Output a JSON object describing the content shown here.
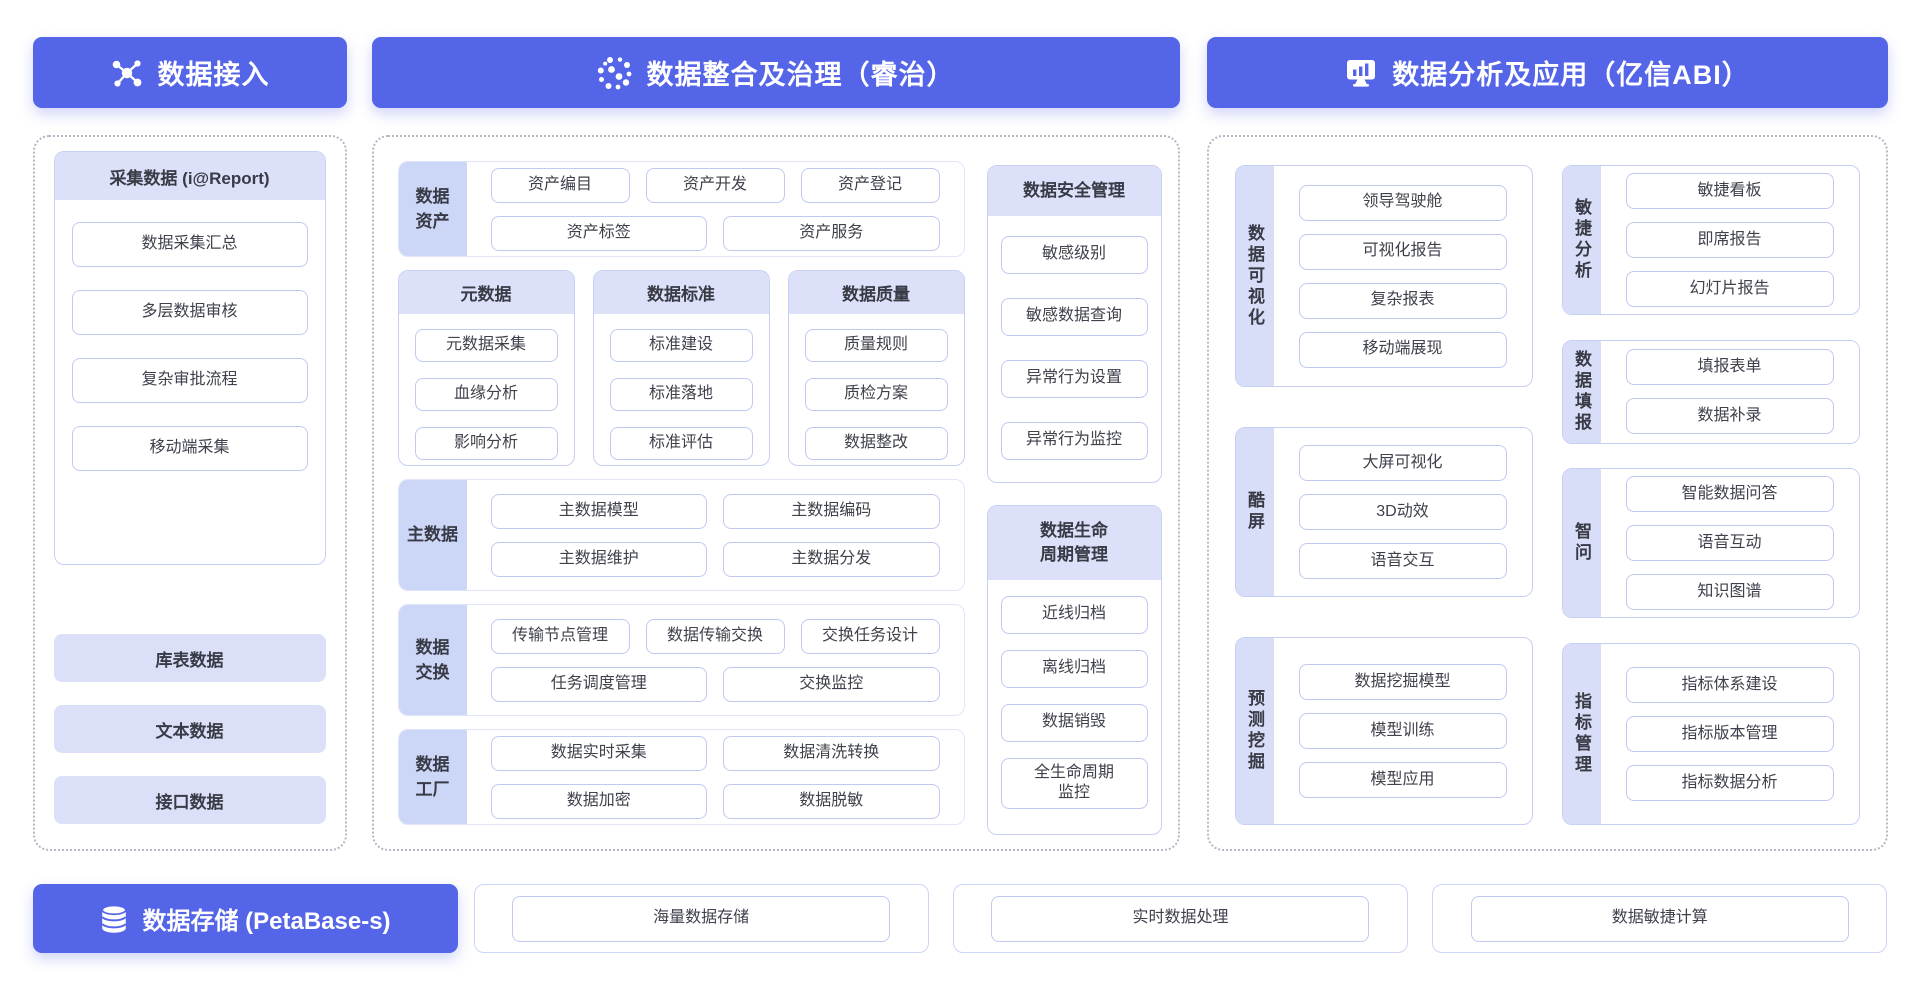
{
  "colors": {
    "primary": "#5565e8",
    "strip_fill": "#dce1f9",
    "label_fill": "#ccd6f6",
    "chip_border": "#bfc9f1"
  },
  "headers": {
    "access": {
      "icon": "network-icon",
      "label": "数据接入"
    },
    "governance": {
      "icon": "dots-cluster-icon",
      "label": "数据整合及治理（睿治）"
    },
    "analysis": {
      "icon": "monitor-chart-icon",
      "label": "数据分析及应用（亿信ABI）"
    }
  },
  "access_panel": {
    "card_title": "采集数据 (i@Report)",
    "card_items": [
      "数据采集汇总",
      "多层数据审核",
      "复杂审批流程",
      "移动端采集"
    ],
    "bars": [
      "库表数据",
      "文本数据",
      "接口数据"
    ]
  },
  "governance_panel": {
    "rows": [
      {
        "label_lines": [
          "数据",
          "资产"
        ],
        "button_rows": [
          [
            "资产编目",
            "资产开发",
            "资产登记"
          ],
          [
            "资产标签",
            "资产服务"
          ]
        ]
      },
      {
        "label_lines": [
          "主数据"
        ],
        "button_rows": [
          [
            "主数据模型",
            "主数据编码"
          ],
          [
            "主数据维护",
            "主数据分发"
          ]
        ]
      },
      {
        "label_lines": [
          "数据",
          "交换"
        ],
        "button_rows": [
          [
            "传输节点管理",
            "数据传输交换",
            "交换任务设计"
          ],
          [
            "任务调度管理",
            "交换监控"
          ]
        ]
      },
      {
        "label_lines": [
          "数据",
          "工厂"
        ],
        "button_rows": [
          [
            "数据实时采集",
            "数据清洗转换"
          ],
          [
            "数据加密",
            "数据脱敏"
          ]
        ]
      }
    ],
    "columns": [
      {
        "title": "元数据",
        "items": [
          "元数据采集",
          "血缘分析",
          "影响分析"
        ]
      },
      {
        "title": "数据标准",
        "items": [
          "标准建设",
          "标准落地",
          "标准评估"
        ]
      },
      {
        "title": "数据质量",
        "items": [
          "质量规则",
          "质检方案",
          "数据整改"
        ]
      }
    ],
    "side_cards": [
      {
        "title_lines": [
          "数据安全管理"
        ],
        "items": [
          "敏感级别",
          "敏感数据查询",
          "异常行为设置",
          "异常行为监控"
        ]
      },
      {
        "title_lines": [
          "数据生命",
          "周期管理"
        ],
        "items": [
          "近线归档",
          "离线归档",
          "数据销毁",
          [
            "全生命周期",
            "监控"
          ]
        ]
      }
    ]
  },
  "analysis_panel": {
    "left_cards": [
      {
        "label": "数据可视化",
        "items": [
          "领导驾驶舱",
          "可视化报告",
          "复杂报表",
          "移动端展现"
        ]
      },
      {
        "label": "酷屏",
        "items": [
          "大屏可视化",
          "3D动效",
          "语音交互"
        ]
      },
      {
        "label": "预测挖掘",
        "items": [
          "数据挖掘模型",
          "模型训练",
          "模型应用"
        ]
      }
    ],
    "right_cards": [
      {
        "label": "敏捷分析",
        "items": [
          "敏捷看板",
          "即席报告",
          "幻灯片报告"
        ]
      },
      {
        "label": "数据填报",
        "items": [
          "填报表单",
          "数据补录"
        ]
      },
      {
        "label": "智问",
        "items": [
          "智能数据问答",
          "语音互动",
          "知识图谱"
        ]
      },
      {
        "label": "指标管理",
        "items": [
          "指标体系建设",
          "指标版本管理",
          "指标数据分析"
        ]
      }
    ]
  },
  "storage": {
    "icon": "database-icon",
    "label": "数据存储 (PetaBase-s)",
    "bottom_items": [
      "海量数据存储",
      "实时数据处理",
      "数据敏捷计算"
    ]
  }
}
